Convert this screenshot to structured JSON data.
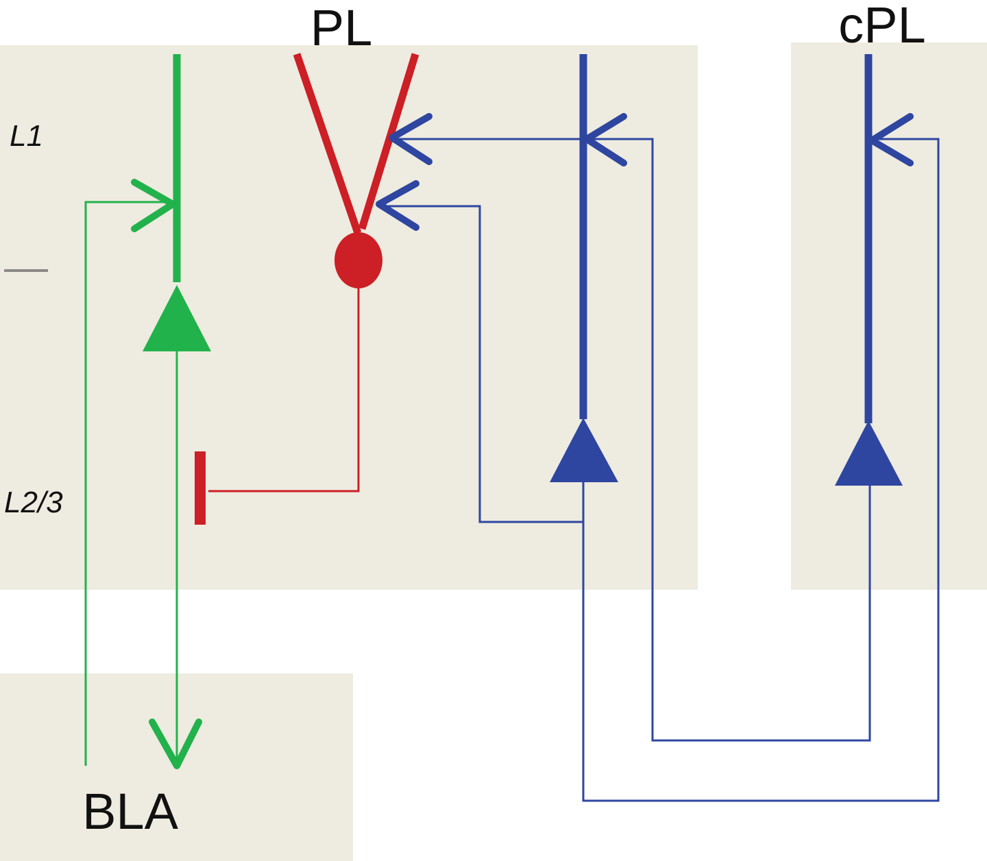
{
  "labels": {
    "pl": "PL",
    "cpl": "cPL",
    "bla": "BLA",
    "layer1": "L1",
    "layer23": "L2/3"
  },
  "colors": {
    "region_fill": "#eeebe0",
    "green": "#22b24c",
    "red": "#cc1f26",
    "blue": "#2e46a0",
    "divider": "#8a8a8a",
    "text": "#111111"
  }
}
